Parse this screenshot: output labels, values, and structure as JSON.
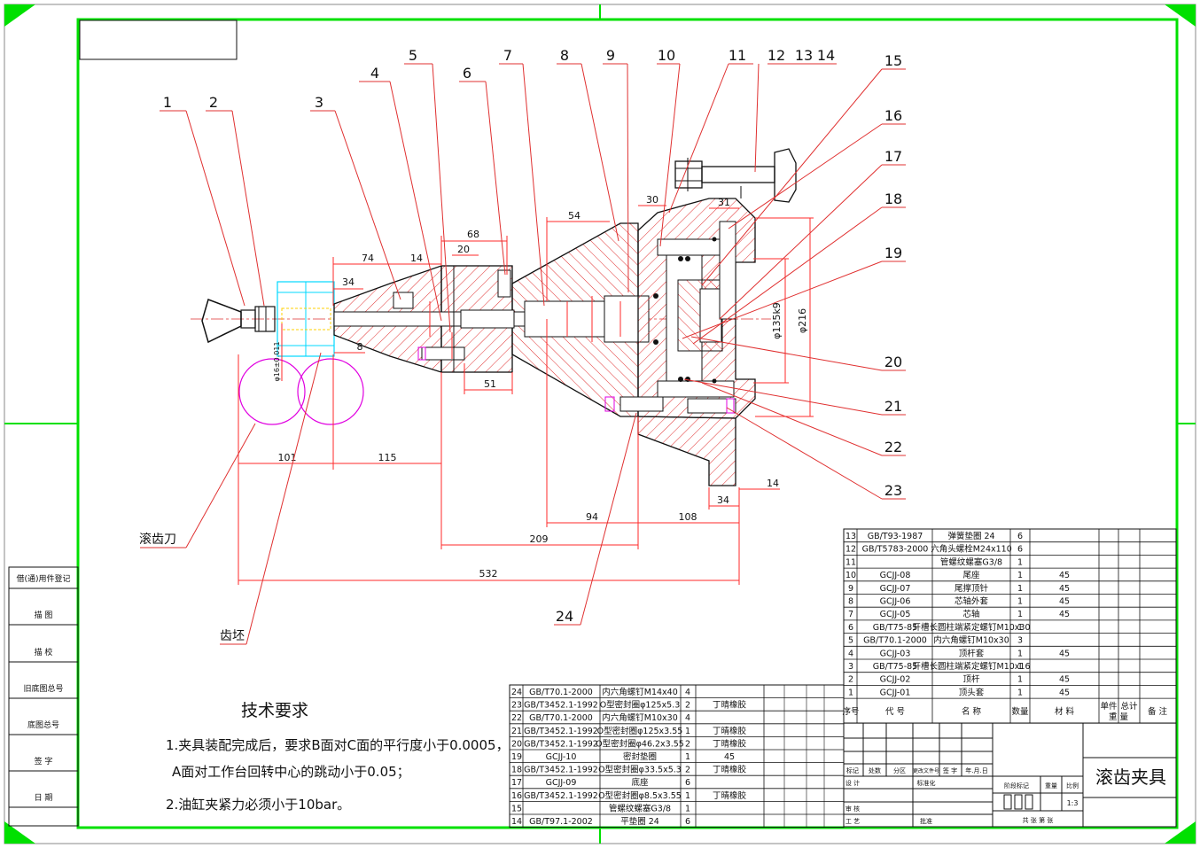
{
  "colors": {
    "frame": "#00e000",
    "section": "#e03030",
    "dimension": "#ff2a2a",
    "cutter": "#00d8ff",
    "tooth": "#e000e0",
    "text": "#111111"
  },
  "balloons": [
    "1",
    "2",
    "3",
    "4",
    "5",
    "6",
    "7",
    "8",
    "9",
    "10",
    "11",
    "12",
    "13",
    "14",
    "15",
    "16",
    "17",
    "18",
    "19",
    "20",
    "21",
    "22",
    "23",
    "24"
  ],
  "labels": {
    "cutter": "滚齿刀",
    "blank": "齿坯"
  },
  "dimensions": {
    "d101": "101",
    "d115": "115",
    "d532": "532",
    "d209": "209",
    "d94": "94",
    "d108": "108",
    "d34b": "34",
    "d14b": "14",
    "d74": "74",
    "d14a": "14",
    "d34a": "34",
    "d20": "20",
    "d68": "68",
    "d54": "54",
    "d30": "30",
    "d31": "31",
    "d51": "51",
    "d8": "8",
    "phi135": "φ135k9",
    "phi216": "φ216",
    "phi16": "φ16±0.011"
  },
  "tech": {
    "title": "技术要求",
    "line1": "1.夹具装配完成后，要求B面对C面的平行度小于0.0005，",
    "line2": "A面对工作台回转中心的跳动小于0.05；",
    "line3": "2.油缸夹紧力必须小于10bar。"
  },
  "left_strip": [
    "借(通)用件登记",
    "描 图",
    "描 校",
    "旧底图总号",
    "底图总号",
    "签 字",
    "日 期"
  ],
  "bom_right": [
    {
      "no": "13",
      "code": "GB/T93-1987",
      "name": "弹簧垫圈 24",
      "qty": "6",
      "mat": ""
    },
    {
      "no": "12",
      "code": "GB/T5783-2000",
      "name": "六角头螺栓M24x110",
      "qty": "6",
      "mat": ""
    },
    {
      "no": "11",
      "code": "",
      "name": "管螺纹螺塞G3/8",
      "qty": "1",
      "mat": ""
    },
    {
      "no": "10",
      "code": "GCJJ-08",
      "name": "尾座",
      "qty": "1",
      "mat": "45"
    },
    {
      "no": "9",
      "code": "GCJJ-07",
      "name": "尾撑顶针",
      "qty": "1",
      "mat": "45"
    },
    {
      "no": "8",
      "code": "GCJJ-06",
      "name": "芯轴外套",
      "qty": "1",
      "mat": "45"
    },
    {
      "no": "7",
      "code": "GCJJ-05",
      "name": "芯轴",
      "qty": "1",
      "mat": "45"
    },
    {
      "no": "6",
      "code": "GB/T75-85",
      "name": "开槽长圆柱端紧定螺钉M10x30",
      "qty": "1",
      "mat": ""
    },
    {
      "no": "5",
      "code": "GB/T70.1-2000",
      "name": "内六角螺钉M10x30",
      "qty": "3",
      "mat": ""
    },
    {
      "no": "4",
      "code": "GCJJ-03",
      "name": "顶杆套",
      "qty": "1",
      "mat": "45"
    },
    {
      "no": "3",
      "code": "GB/T75-85",
      "name": "开槽长圆柱端紧定螺钉M10x16",
      "qty": "1",
      "mat": ""
    },
    {
      "no": "2",
      "code": "GCJJ-02",
      "name": "顶杆",
      "qty": "1",
      "mat": "45"
    },
    {
      "no": "1",
      "code": "GCJJ-01",
      "name": "顶头套",
      "qty": "1",
      "mat": "45"
    }
  ],
  "bom_header": {
    "no": "序号",
    "code": "代 号",
    "name": "名 称",
    "qty": "数量",
    "mat": "材 料",
    "unit": "单件",
    "total": "总计",
    "weight": "重 量",
    "remark": "备 注"
  },
  "bom_left": [
    {
      "no": "24",
      "code": "GB/T70.1-2000",
      "name": "内六角螺钉M14x40",
      "qty": "4",
      "mat": ""
    },
    {
      "no": "23",
      "code": "GB/T3452.1-1992",
      "name": "O型密封圈φ125x5.3",
      "qty": "2",
      "mat": "丁晴橡胶"
    },
    {
      "no": "22",
      "code": "GB/T70.1-2000",
      "name": "内六角螺钉M10x30",
      "qty": "4",
      "mat": ""
    },
    {
      "no": "21",
      "code": "GB/T3452.1-1992",
      "name": "O型密封圈φ125x3.55",
      "qty": "1",
      "mat": "丁晴橡胶"
    },
    {
      "no": "20",
      "code": "GB/T3452.1-1992",
      "name": "O型密封圈φ46.2x3.55",
      "qty": "2",
      "mat": "丁晴橡胶"
    },
    {
      "no": "19",
      "code": "GCJJ-10",
      "name": "密封垫圈",
      "qty": "1",
      "mat": "45"
    },
    {
      "no": "18",
      "code": "GB/T3452.1-1992",
      "name": "O型密封圈φ33.5x5.3",
      "qty": "2",
      "mat": "丁晴橡胶"
    },
    {
      "no": "17",
      "code": "GCJJ-09",
      "name": "底座",
      "qty": "6",
      "mat": ""
    },
    {
      "no": "16",
      "code": "GB/T3452.1-1992",
      "name": "O型密封圈φ8.5x3.55",
      "qty": "1",
      "mat": "丁晴橡胶"
    },
    {
      "no": "15",
      "code": "",
      "name": "管螺纹螺塞G3/8",
      "qty": "1",
      "mat": ""
    },
    {
      "no": "14",
      "code": "GB/T97.1-2002",
      "name": "平垫圈 24",
      "qty": "6",
      "mat": ""
    }
  ],
  "title_block": {
    "name": "滚齿夹具",
    "scale": "1:3",
    "row_labels": [
      "标记",
      "处数",
      "分区",
      "更改文件号",
      "签 字",
      "年.月.日"
    ],
    "design": "设 计",
    "std": "标准化",
    "check": "审 核",
    "process": "工 艺",
    "approve": "批准",
    "stage": "阶段标记",
    "weight": "重量",
    "ratio": "比例",
    "sheet": "共  张 第  张"
  }
}
